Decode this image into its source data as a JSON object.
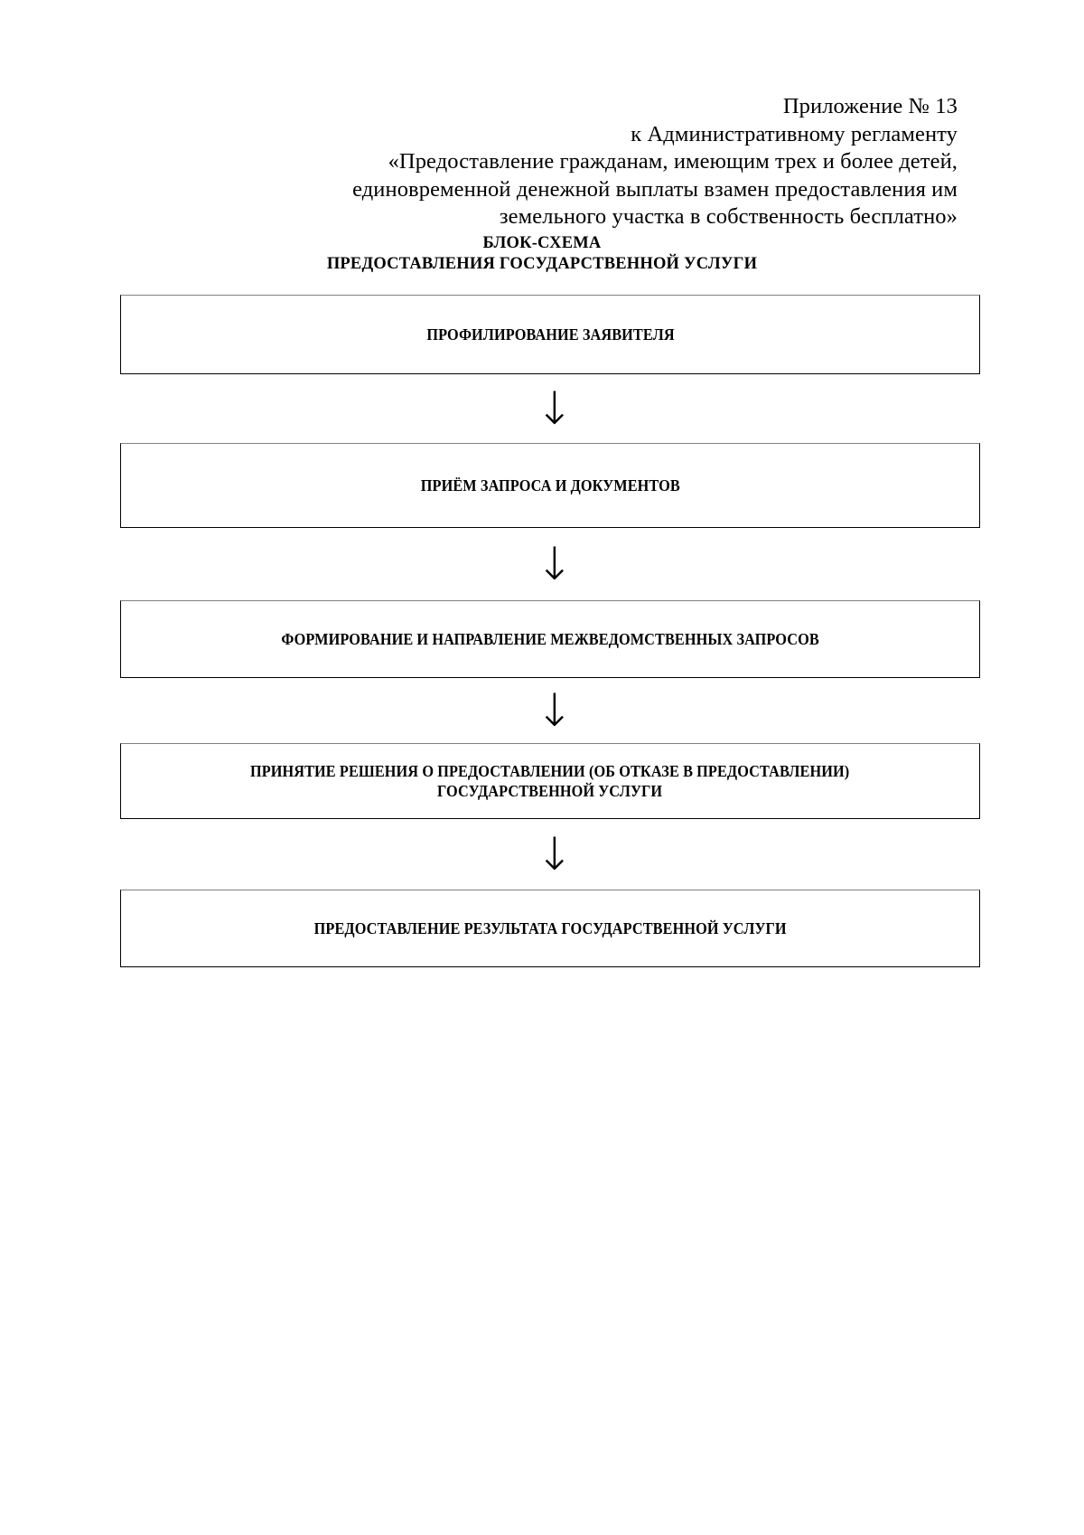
{
  "document": {
    "page_background": "#ffffff",
    "text_color": "#000000",
    "border_color": "#000000"
  },
  "header": {
    "lines": [
      "Приложение № 13",
      "к Административному регламенту",
      "«Предоставление гражданам, имеющим трех и более детей,",
      "единовременной денежной выплаты взамен предоставления им",
      "земельного участка в собственность бесплатно»"
    ]
  },
  "title": {
    "line1": "БЛОК-СХЕМА",
    "line2": "ПРЕДОСТАВЛЕНИЯ ГОСУДАРСТВЕННОЙ УСЛУГИ"
  },
  "flowchart": {
    "arrow_glyph": "↓",
    "nodes": [
      {
        "id": "node-1",
        "label": "ПРОФИЛИРОВАНИЕ ЗАЯВИТЕЛЯ"
      },
      {
        "id": "node-2",
        "label": "ПРИЁМ ЗАПРОСА И ДОКУМЕНТОВ"
      },
      {
        "id": "node-3",
        "label": "ФОРМИРОВАНИЕ И НАПРАВЛЕНИЕ МЕЖВЕДОМСТВЕННЫХ ЗАПРОСОВ"
      },
      {
        "id": "node-4",
        "label": "ПРИНЯТИЕ РЕШЕНИЯ О ПРЕДОСТАВЛЕНИИ (ОБ ОТКАЗЕ В ПРЕДОСТАВЛЕНИИ)\nГОСУДАРСТВЕННОЙ УСЛУГИ"
      },
      {
        "id": "node-5",
        "label": "ПРЕДОСТАВЛЕНИЕ РЕЗУЛЬТАТА ГОСУДАРСТВЕННОЙ УСЛУГИ"
      }
    ],
    "connectors": [
      {
        "id": "connector-1-2",
        "glyph": "↓"
      },
      {
        "id": "connector-2-3",
        "glyph": "↓"
      },
      {
        "id": "connector-3-4",
        "glyph": "↓"
      },
      {
        "id": "connector-4-5",
        "glyph": "↓"
      }
    ]
  }
}
